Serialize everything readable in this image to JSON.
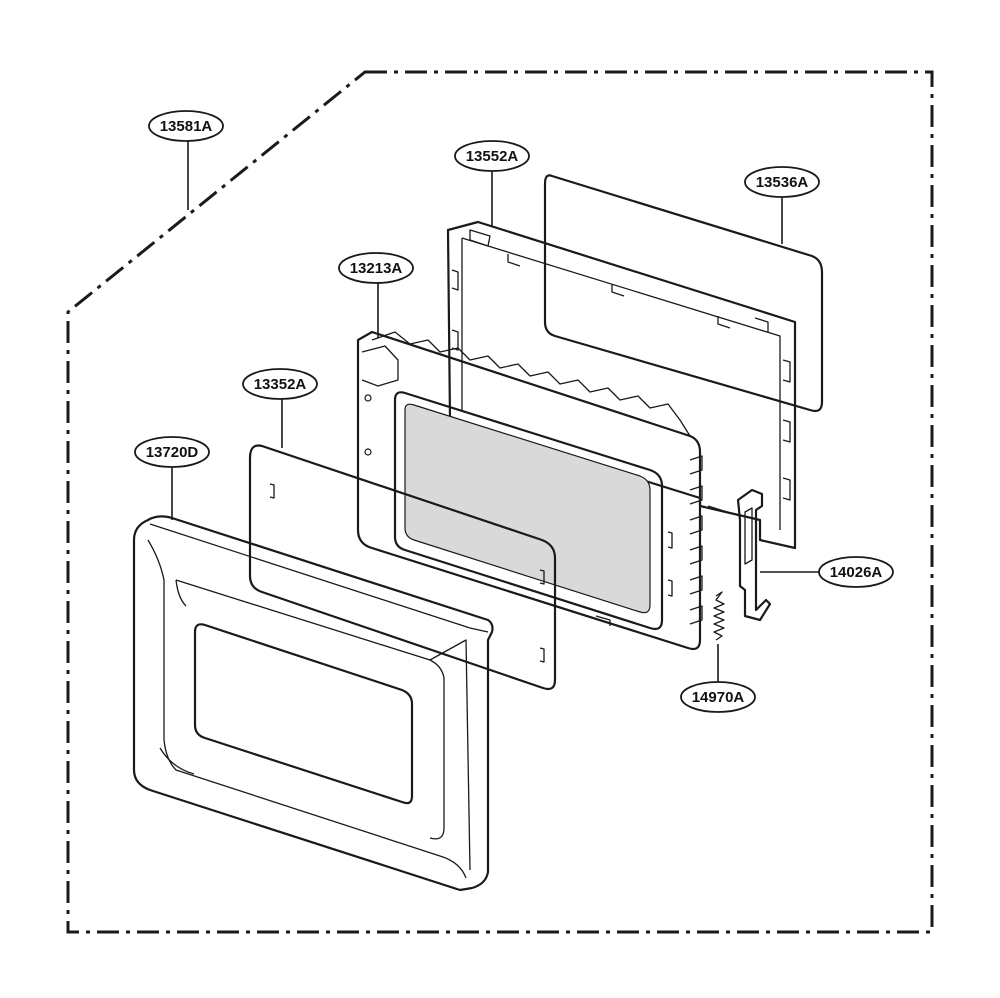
{
  "diagram": {
    "parts": [
      {
        "id": "p13581",
        "label": "13581A",
        "name": "door-assembly"
      },
      {
        "id": "p13552",
        "label": "13552A",
        "name": "door-frame"
      },
      {
        "id": "p13536",
        "label": "13536A",
        "name": "door-glass-panel"
      },
      {
        "id": "p13213",
        "label": "13213A",
        "name": "door-inner-panel"
      },
      {
        "id": "p13352",
        "label": "13352A",
        "name": "door-screen"
      },
      {
        "id": "p13720",
        "label": "13720D",
        "name": "door-front-cover"
      },
      {
        "id": "p14026",
        "label": "14026A",
        "name": "door-latch"
      },
      {
        "id": "p14970",
        "label": "14970A",
        "name": "latch-spring"
      }
    ],
    "colors": {
      "line": "#1a1a1a",
      "background": "#ffffff",
      "glass": "#d9d9d9"
    }
  }
}
